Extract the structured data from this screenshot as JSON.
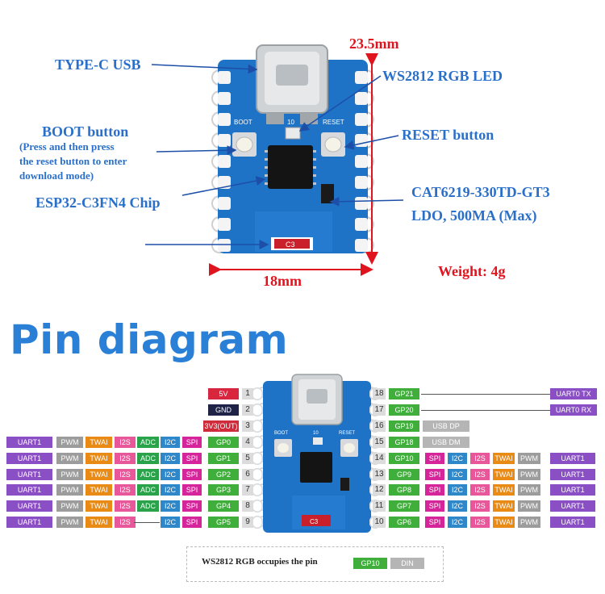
{
  "top": {
    "type_c_usb": "TYPE-C USB",
    "ws2812_led": "WS2812 RGB LED",
    "boot_button": "BOOT button",
    "boot_note": [
      "(Press and then press",
      "the reset button to enter",
      "download mode)"
    ],
    "reset_button": "RESET button",
    "esp32_chip": "ESP32-C3FN4 Chip",
    "ldo_line1": "CAT6219-330TD-GT3",
    "ldo_line2": "LDO, 500MA (Max)",
    "dim_height": "23.5mm",
    "dim_width": "18mm",
    "weight": "Weight: 4g"
  },
  "board": {
    "boot_silk": "BOOT",
    "reset_silk": "RESET",
    "pin10_silk": "10",
    "c3_silk": "C3"
  },
  "pin_title": "Pin diagram",
  "colors": {
    "uart": "#8a4fc4",
    "pwm": "#9c9c9c",
    "twai": "#e98a14",
    "i2s": "#e8579a",
    "adc": "#2aa24a",
    "i2c": "#2e87c8",
    "spi": "#d6249a",
    "gp": "#3fae3a",
    "power5v": "#d7263d",
    "gnd": "#1e2347",
    "v33": "#cf2b3a",
    "usb": "#b5b5b5",
    "board": "#1f73c7",
    "label_blue": "#2a6fc9",
    "label_red": "#e0141e"
  },
  "pins": {
    "left": [
      {
        "num": "1",
        "gp": "5V",
        "kind": "power5v",
        "funcs": []
      },
      {
        "num": "2",
        "gp": "GND",
        "kind": "gnd",
        "funcs": []
      },
      {
        "num": "3",
        "gp": "3V3(OUT)",
        "kind": "v33",
        "funcs": []
      },
      {
        "num": "4",
        "gp": "GP0",
        "kind": "gp",
        "funcs": [
          "UART1",
          "PWM",
          "TWAI",
          "I2S",
          "ADC",
          "I2C",
          "SPI"
        ]
      },
      {
        "num": "5",
        "gp": "GP1",
        "kind": "gp",
        "funcs": [
          "UART1",
          "PWM",
          "TWAI",
          "I2S",
          "ADC",
          "I2C",
          "SPI"
        ]
      },
      {
        "num": "6",
        "gp": "GP2",
        "kind": "gp",
        "funcs": [
          "UART1",
          "PWM",
          "TWAI",
          "I2S",
          "ADC",
          "I2C",
          "SPI"
        ]
      },
      {
        "num": "7",
        "gp": "GP3",
        "kind": "gp",
        "funcs": [
          "UART1",
          "PWM",
          "TWAI",
          "I2S",
          "ADC",
          "I2C",
          "SPI"
        ]
      },
      {
        "num": "8",
        "gp": "GP4",
        "kind": "gp",
        "funcs": [
          "UART1",
          "PWM",
          "TWAI",
          "I2S",
          "ADC",
          "I2C",
          "SPI"
        ]
      },
      {
        "num": "9",
        "gp": "GP5",
        "kind": "gp",
        "funcs": [
          "UART1",
          "PWM",
          "TWAI",
          "I2S",
          "",
          "I2C",
          "SPI"
        ]
      }
    ],
    "right": [
      {
        "num": "18",
        "gp": "GP21",
        "funcs": [],
        "uart": "UART0 TX"
      },
      {
        "num": "17",
        "gp": "GP20",
        "funcs": [],
        "uart": "UART0 RX"
      },
      {
        "num": "16",
        "gp": "GP19",
        "funcs": [
          "USB DP"
        ],
        "uart": ""
      },
      {
        "num": "15",
        "gp": "GP18",
        "funcs": [
          "USB DM"
        ],
        "uart": ""
      },
      {
        "num": "14",
        "gp": "GP10",
        "funcs": [
          "SPI",
          "I2C",
          "I2S",
          "TWAI",
          "PWM",
          "UART1"
        ],
        "uart": ""
      },
      {
        "num": "13",
        "gp": "GP9",
        "funcs": [
          "SPI",
          "I2C",
          "I2S",
          "TWAI",
          "PWM",
          "UART1"
        ],
        "uart": ""
      },
      {
        "num": "12",
        "gp": "GP8",
        "funcs": [
          "SPI",
          "I2C",
          "I2S",
          "TWAI",
          "PWM",
          "UART1"
        ],
        "uart": ""
      },
      {
        "num": "11",
        "gp": "GP7",
        "funcs": [
          "SPI",
          "I2C",
          "I2S",
          "TWAI",
          "PWM",
          "UART1"
        ],
        "uart": ""
      },
      {
        "num": "10",
        "gp": "GP6",
        "funcs": [
          "SPI",
          "I2C",
          "I2S",
          "TWAI",
          "PWM",
          "UART1"
        ],
        "uart": ""
      }
    ]
  },
  "legend": {
    "text": "WS2812 RGB occupies the pin",
    "gp": "GP10",
    "din": "DIN"
  }
}
